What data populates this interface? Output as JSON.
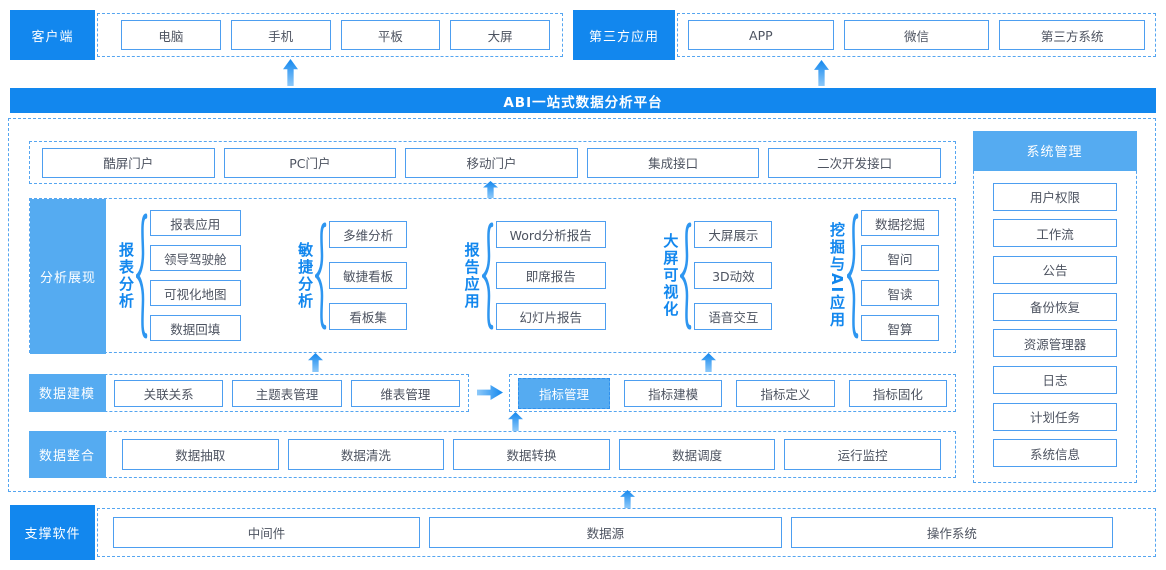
{
  "colors": {
    "primary_blue": "#1287ee",
    "light_blue": "#55abf1",
    "box_border": "#4d9ef0",
    "dashed_border": "#55a5f0",
    "box_text": "#4d5360",
    "group_label": "#1287ee"
  },
  "client": {
    "label": "客户端",
    "items": [
      "电脑",
      "手机",
      "平板",
      "大屏"
    ]
  },
  "third_party": {
    "label": "第三方应用",
    "items": [
      "APP",
      "微信",
      "第三方系统"
    ]
  },
  "banner": {
    "title": "ABI一站式数据分析平台"
  },
  "portal": {
    "items": [
      "酷屏门户",
      "PC门户",
      "移动门户",
      "集成接口",
      "二次开发接口"
    ]
  },
  "analysis": {
    "label": "分析展现",
    "groups": [
      {
        "name": "报表分析",
        "items": [
          "报表应用",
          "领导驾驶舱",
          "可视化地图",
          "数据回填"
        ]
      },
      {
        "name": "敏捷分析",
        "items": [
          "多维分析",
          "敏捷看板",
          "看板集"
        ]
      },
      {
        "name": "报告应用",
        "items": [
          "Word分析报告",
          "即席报告",
          "幻灯片报告"
        ]
      },
      {
        "name": "大屏可视化",
        "items": [
          "大屏展示",
          "3D动效",
          "语音交互"
        ]
      },
      {
        "name": "挖掘与AI应用",
        "items": [
          "数据挖掘",
          "智问",
          "智读",
          "智算"
        ]
      }
    ]
  },
  "modeling": {
    "label": "数据建模",
    "items": [
      "关联关系",
      "主题表管理",
      "维表管理"
    ],
    "metric": {
      "highlight": "指标管理",
      "items": [
        "指标建模",
        "指标定义",
        "指标固化"
      ]
    }
  },
  "integration": {
    "label": "数据整合",
    "items": [
      "数据抽取",
      "数据清洗",
      "数据转换",
      "数据调度",
      "运行监控"
    ]
  },
  "system": {
    "label": "系统管理",
    "items": [
      "用户权限",
      "工作流",
      "公告",
      "备份恢复",
      "资源管理器",
      "日志",
      "计划任务",
      "系统信息"
    ]
  },
  "support": {
    "label": "支撑软件",
    "items": [
      "中间件",
      "数据源",
      "操作系统"
    ]
  }
}
